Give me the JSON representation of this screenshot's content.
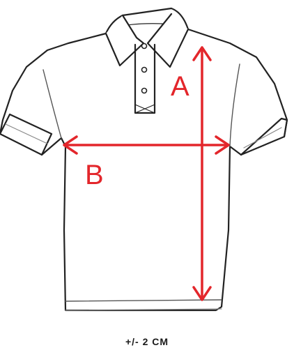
{
  "diagram": {
    "subject_icon": "polo-shirt-outline",
    "accent_color": "#e3262b",
    "measurements": [
      {
        "id": "A",
        "label": "A",
        "direction": "vertical"
      },
      {
        "id": "B",
        "label": "B",
        "direction": "horizontal"
      }
    ],
    "tolerance_note": "+/-  2 CM"
  }
}
